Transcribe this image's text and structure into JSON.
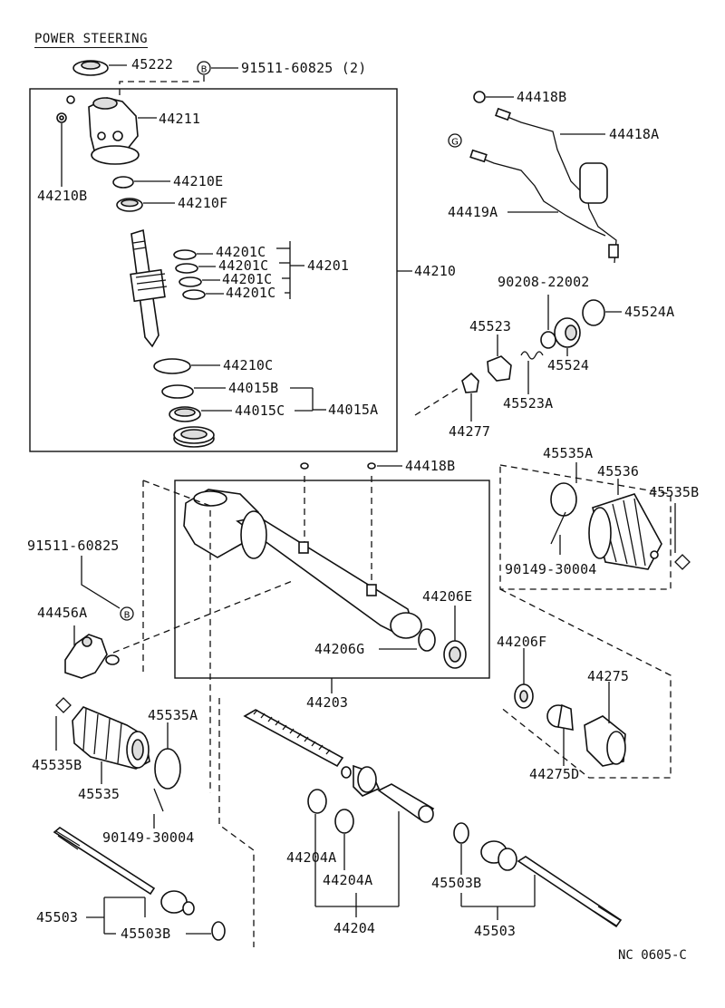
{
  "title": "POWER STEERING",
  "footer_code": "NC 0605-C",
  "marker_letters": {
    "b": "B",
    "g": "G"
  },
  "labels": {
    "p45222": "45222",
    "p91511_top": "91511-60825 (2)",
    "p44211": "44211",
    "p44210B": "44210B",
    "p44210E": "44210E",
    "p44210F": "44210F",
    "p44201C_1": "44201C",
    "p44201C_2": "44201C",
    "p44201C_3": "44201C",
    "p44201C_4": "44201C",
    "p44201": "44201",
    "p44210": "44210",
    "p44210C": "44210C",
    "p44015B": "44015B",
    "p44015C": "44015C",
    "p44015A": "44015A",
    "p44418B_top": "44418B",
    "p44418A": "44418A",
    "p44419A": "44419A",
    "p90208": "90208-22002",
    "p45524A": "45524A",
    "p45523": "45523",
    "p45524": "45524",
    "p45523A": "45523A",
    "p44277": "44277",
    "p44418B_mid": "44418B",
    "p45535A_right": "45535A",
    "p45536": "45536",
    "p45535B_right": "45535B",
    "p90149_right": "90149-30004",
    "p91511_left": "91511-60825",
    "p44456A": "44456A",
    "p44206E": "44206E",
    "p44206G": "44206G",
    "p44203": "44203",
    "p44206F": "44206F",
    "p44275": "44275",
    "p44275D": "44275D",
    "p45535A_left": "45535A",
    "p45535B_left": "45535B",
    "p45535": "45535",
    "p90149_left": "90149-30004",
    "p44204A_1": "44204A",
    "p44204A_2": "44204A",
    "p44204": "44204",
    "p45503B_right": "45503B",
    "p45503_right": "45503",
    "p45503_left": "45503",
    "p45503B_left": "45503B"
  }
}
